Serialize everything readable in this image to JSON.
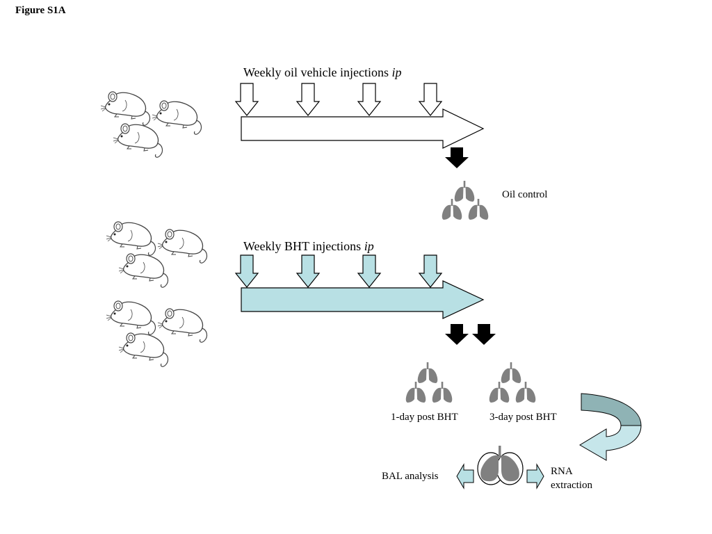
{
  "figure": {
    "title": "Figure S1A"
  },
  "oil_group": {
    "label_main": "Weekly oil vehicle injections ",
    "label_italic": "ip",
    "endpoint": "Oil control",
    "arrow_color": "#ffffff"
  },
  "bht_group": {
    "label_main": "Weekly BHT injections ",
    "label_italic": "ip",
    "endpoint_day1": "1-day post BHT",
    "endpoint_day3": "3-day post BHT",
    "arrow_color": "#b8e0e4"
  },
  "analysis": {
    "left": "BAL analysis",
    "right_line1": "RNA",
    "right_line2": "extraction"
  },
  "colors": {
    "lung": "#808080",
    "harvest_arrow": "#000000",
    "curved_arrow_top": "#8fb3b5",
    "curved_arrow_bottom": "#c6e6ea"
  }
}
